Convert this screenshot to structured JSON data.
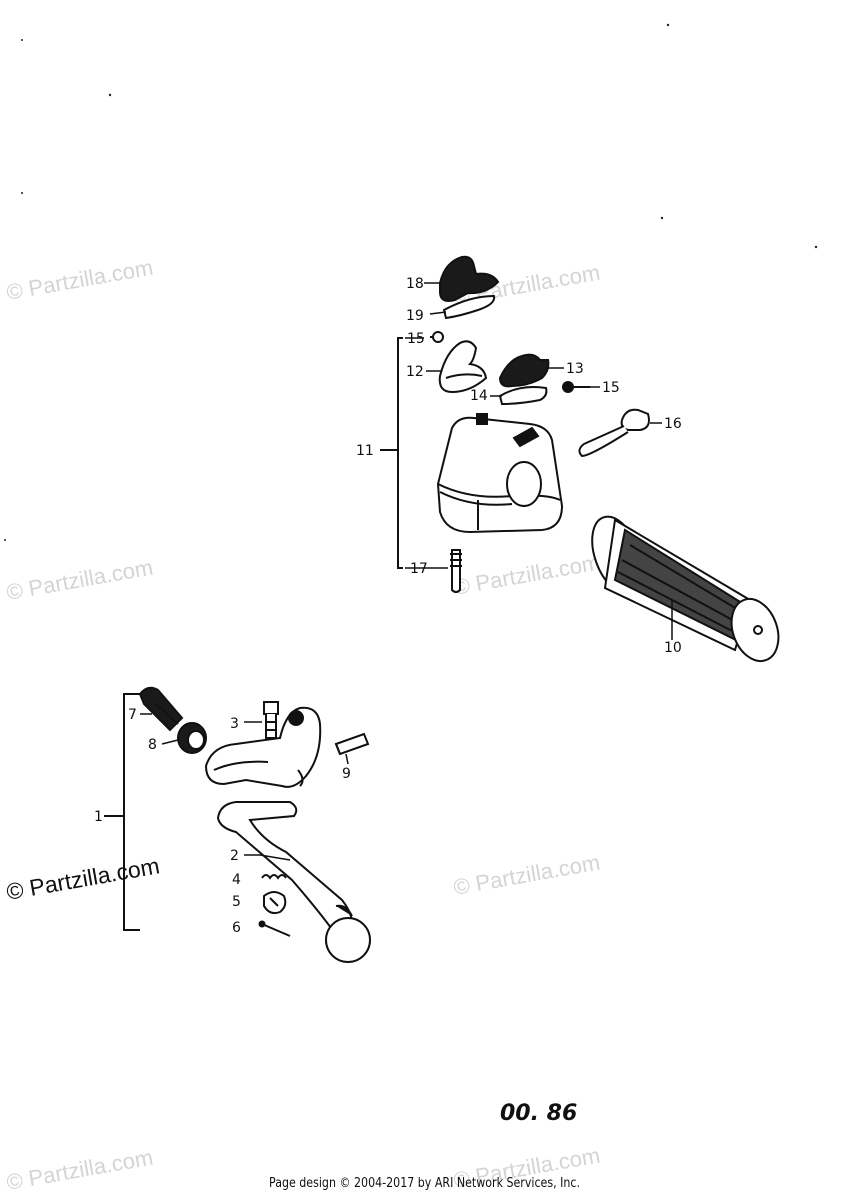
{
  "watermark_text": "© Partzilla.com",
  "sheet_code": "00. 86",
  "footer": "Page design © 2004-2017 by ARI Network Services, Inc.",
  "callouts": {
    "c1": "1",
    "c2": "2",
    "c3": "3",
    "c4": "4",
    "c5": "5",
    "c6": "6",
    "c7": "7",
    "c8": "8",
    "c9": "9",
    "c10": "10",
    "c11": "11",
    "c12": "12",
    "c13": "13",
    "c14": "14",
    "c15a": "15",
    "c15b": "15",
    "c16": "16",
    "c17": "17",
    "c18": "18",
    "c19": "19"
  }
}
